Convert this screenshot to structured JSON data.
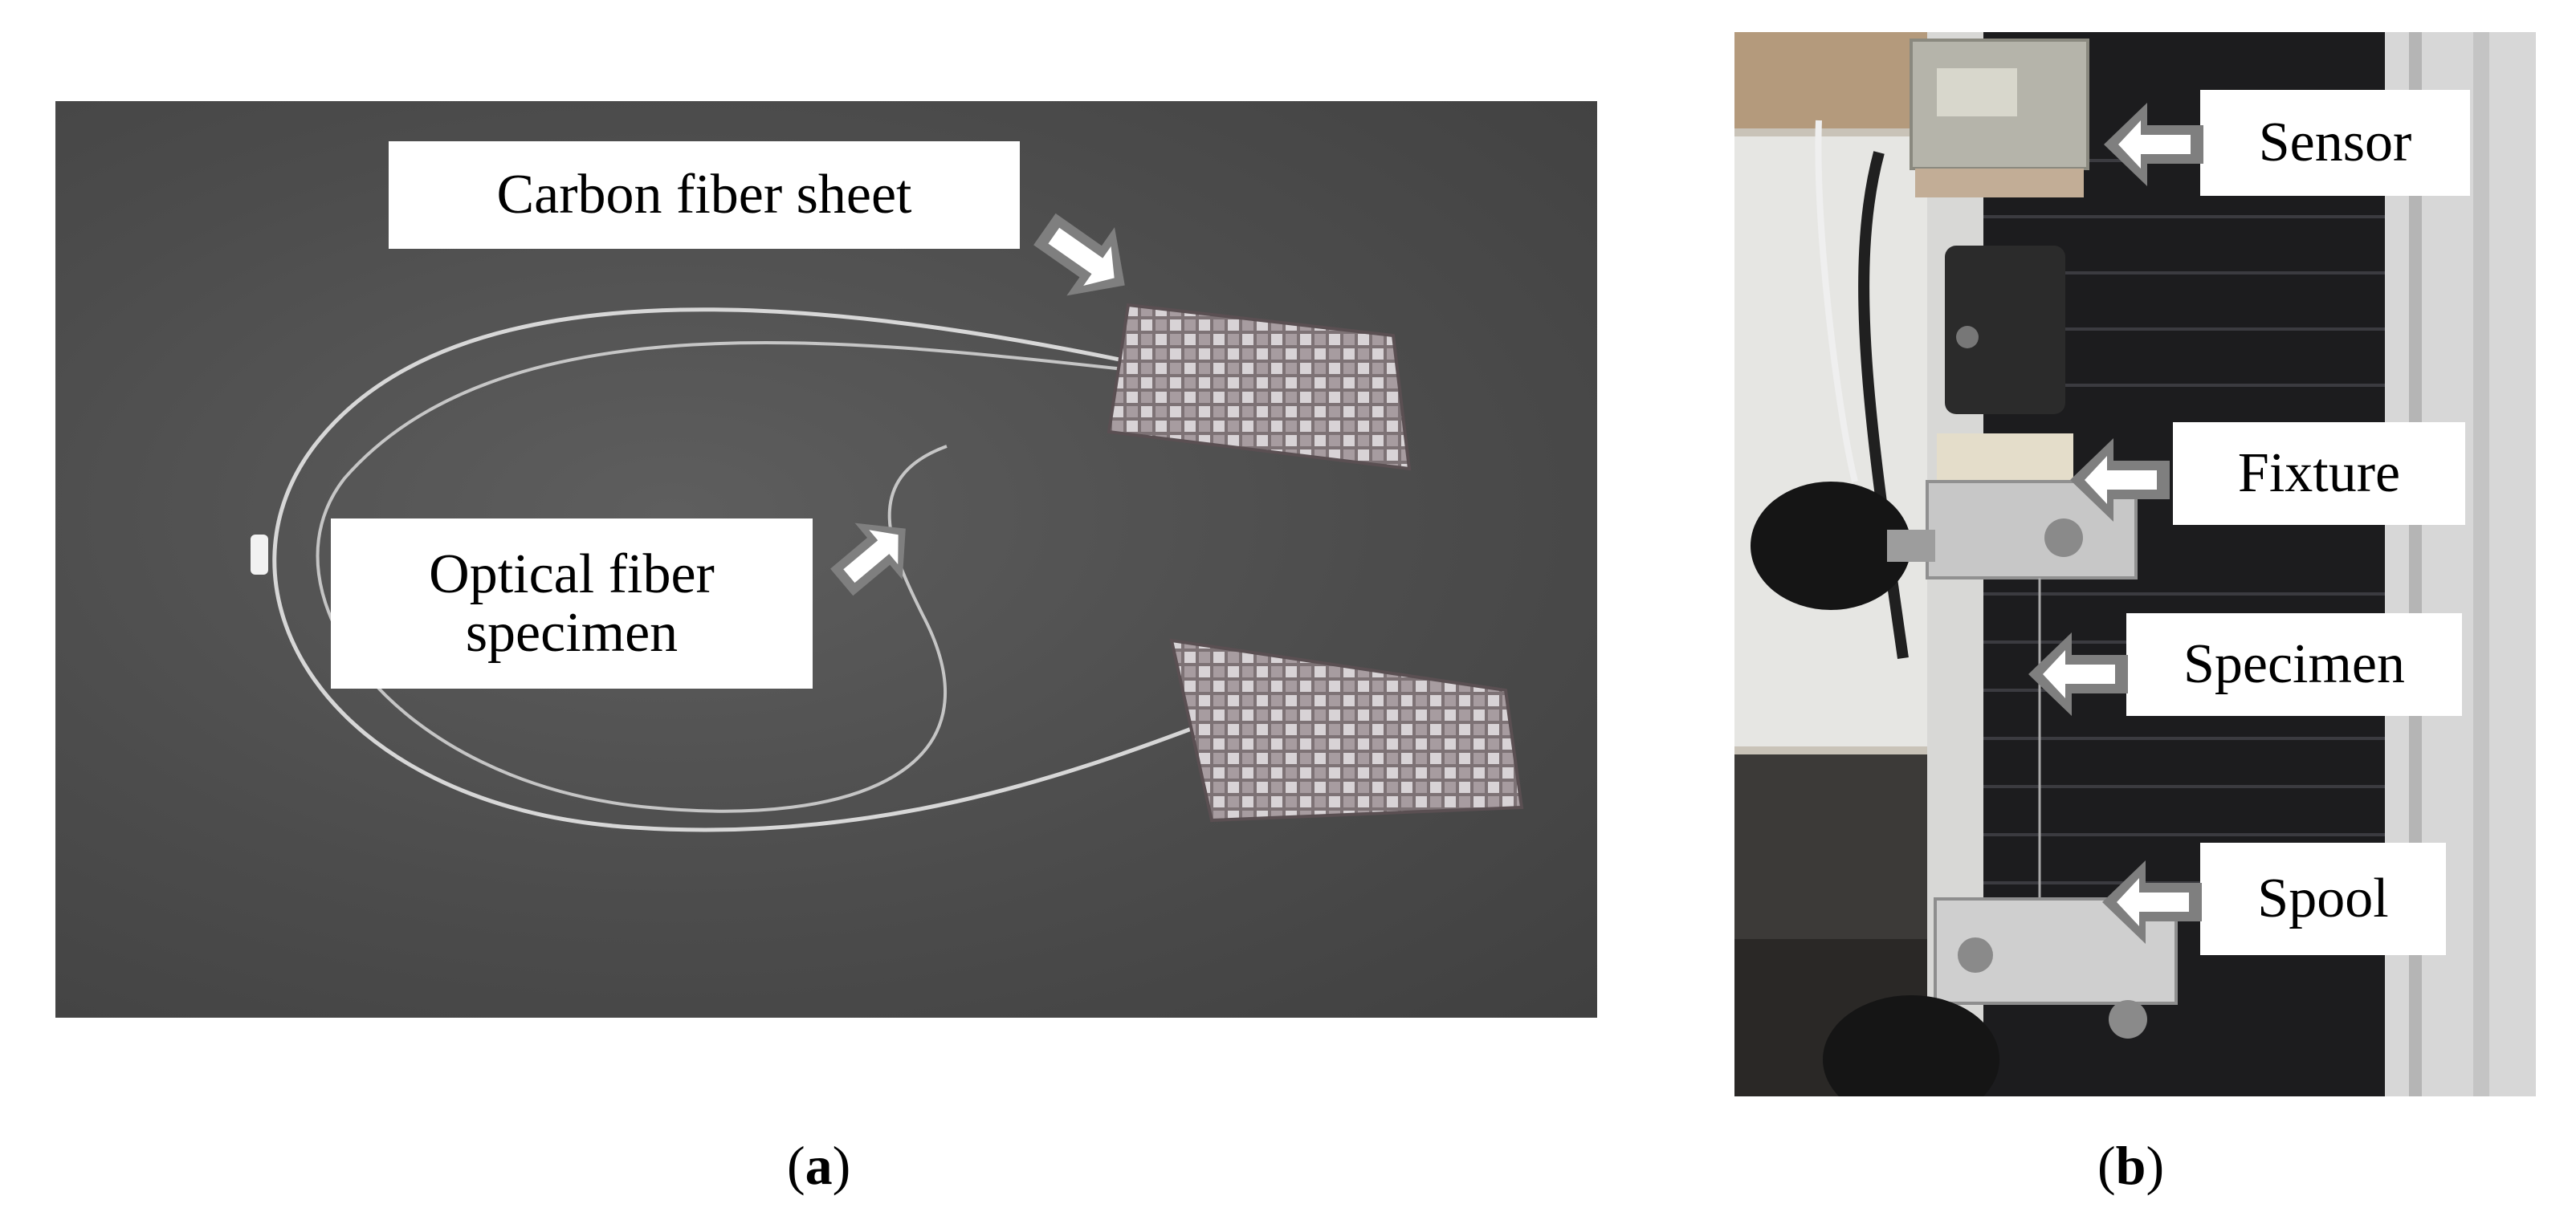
{
  "panel_a": {
    "labels": {
      "carbon_fiber_sheet": "Carbon fiber sheet",
      "optical_fiber_line1": "Optical fiber",
      "optical_fiber_line2": "specimen"
    },
    "caption_letter": "a"
  },
  "panel_b": {
    "labels": {
      "sensor": "Sensor",
      "fixture": "Fixture",
      "specimen": "Specimen",
      "spool": "Spool"
    },
    "caption_letter": "b"
  },
  "colors": {
    "background": "#ffffff",
    "arrow_outline": "#7f7f7f",
    "arrow_fill": "#ffffff",
    "table_surface": "#4f4f4f"
  }
}
